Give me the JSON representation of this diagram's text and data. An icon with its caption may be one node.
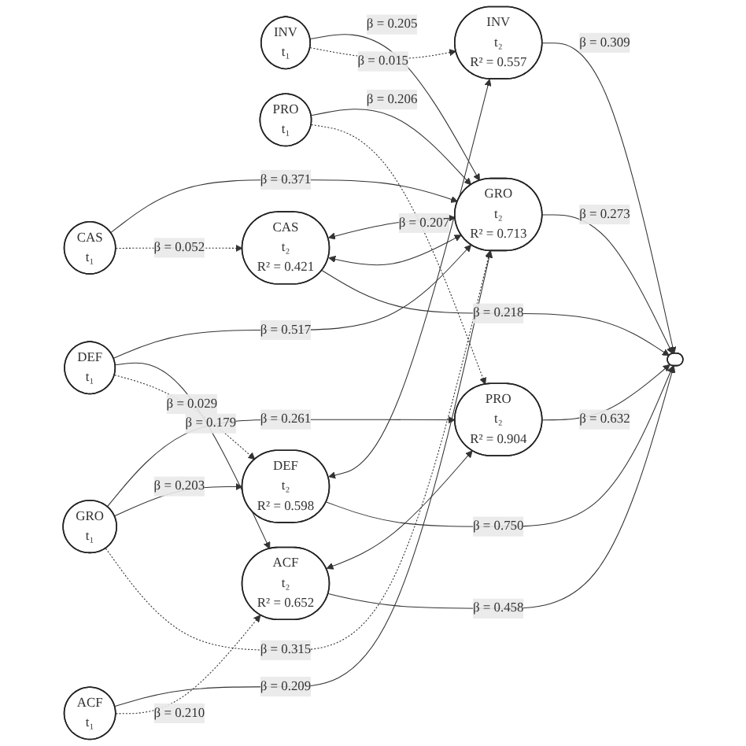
{
  "diagram": {
    "nodes": [
      {
        "text": [
          "ACF",
          "t₁"
        ]
      },
      {
        "text": [
          "CAS",
          "t₁"
        ]
      },
      {
        "text": [
          "DEF",
          "t₁"
        ]
      },
      {
        "text": [
          "INV",
          "t₁"
        ]
      },
      {
        "text": [
          "GRO",
          "t₁"
        ]
      },
      {
        "text": [
          "PRO",
          "t₁"
        ]
      },
      {
        "text": [
          "ACF",
          "t₂",
          "R² = 0.652"
        ]
      },
      {
        "text": [
          "CAS",
          "t₂",
          "R² = 0.421"
        ]
      },
      {
        "text": [
          "DEF",
          "t₂",
          "R² = 0.598"
        ]
      },
      {
        "text": [
          "INV",
          "t₂",
          "R² = 0.557"
        ]
      },
      {
        "text": [
          "GRO",
          "t₂",
          "R² = 0.713"
        ]
      },
      {
        "text": [
          "PRO",
          "t₂",
          "R² = 0.904"
        ]
      },
      {
        "text": [],
        "shape": "ellipse"
      }
    ],
    "edges": [
      {
        "from": 0,
        "to": 6,
        "arrow": "to",
        "label": "β = 0.210",
        "style": "dashed"
      },
      {
        "from": 1,
        "to": 7,
        "arrow": "to",
        "label": "β = 0.052",
        "style": "dashed"
      },
      {
        "from": 2,
        "to": 8,
        "arrow": "to",
        "label": "β = 0.029",
        "style": "dashed"
      },
      {
        "from": 3,
        "to": 9,
        "arrow": "to",
        "label": "β = 0.015",
        "style": "dashed"
      },
      {
        "from": 4,
        "to": 10,
        "arrow": "to",
        "label": "β = 0.315",
        "style": "dashed"
      },
      {
        "from": 5,
        "to": 11,
        "arrow": "to",
        "label": "β = 0.207",
        "style": "dashed"
      },
      {
        "from": 0,
        "to": 10,
        "arrow": "to",
        "label": "β = 0.209"
      },
      {
        "from": 1,
        "to": 10,
        "arrow": "to",
        "label": "β = 0.371"
      },
      {
        "from": 2,
        "to": 6,
        "arrow": "to",
        "label": "β = 0.179"
      },
      {
        "from": 2,
        "to": 10,
        "arrow": "to",
        "label": "β = 0.517"
      },
      {
        "from": 4,
        "to": 8,
        "arrow": "to",
        "label": "β = 0.203"
      },
      {
        "from": 3,
        "to": 10,
        "arrow": "to",
        "label": "β = 0.205"
      },
      {
        "from": 5,
        "to": 10,
        "arrow": "to",
        "label": "β = 0.206"
      },
      {
        "from": 4,
        "to": 11,
        "arrow": "to",
        "label": "β = 0.261"
      },
      {
        "from": 6,
        "to": 12,
        "arrow": "to",
        "label": "β = 0.458"
      },
      {
        "from": 7,
        "to": 12,
        "arrow": "to",
        "label": "β = 0.218"
      },
      {
        "from": 8,
        "to": 12,
        "arrow": "to",
        "label": "β = 0.750"
      },
      {
        "from": 9,
        "to": 12,
        "arrow": "to",
        "label": "β = 0.309"
      },
      {
        "from": 10,
        "to": 12,
        "arrow": "to",
        "label": "β = 0.273"
      },
      {
        "from": 11,
        "to": 12,
        "arrow": "to",
        "label": "β = 0.632"
      },
      {
        "from": 6,
        "to": 11,
        "arrow": "both"
      },
      {
        "from": 7,
        "to": 10,
        "arrow": "both"
      },
      {
        "from": 7,
        "to": 10,
        "arrow": "both"
      },
      {
        "from": 8,
        "to": 9,
        "arrow": "both"
      }
    ]
  }
}
